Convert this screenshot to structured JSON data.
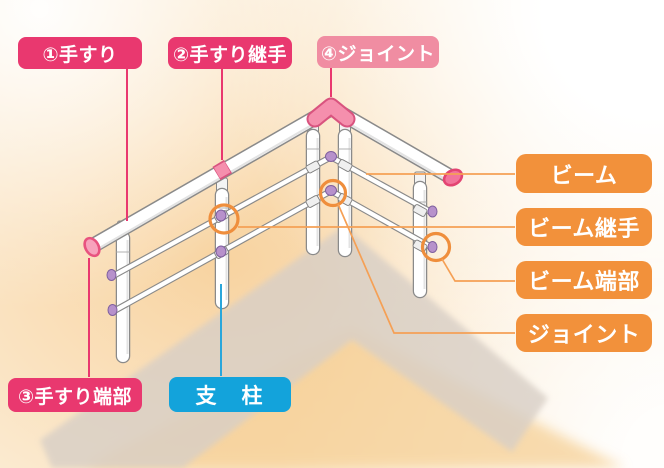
{
  "diagram": {
    "subject": "railing-corner-parts-diagram",
    "labels": {
      "tesuri": "①手すり",
      "tesuri_tsugite": "②手すり継手",
      "joint_no4": "④ジョイント",
      "tesuri_tanbu": "③手すり端部",
      "shichu": "支　柱",
      "beam": "ビーム",
      "beam_tsugite": "ビーム継手",
      "beam_tanbu": "ビーム端部",
      "joint": "ジョイント"
    },
    "colors": {
      "pink_label": "#E9386F",
      "rose_label": "#F08DA2",
      "orange_label": "#F2913B",
      "blue_label": "#13A3DB",
      "label_text": "#FFFFFF",
      "pink_line": "#E9386F",
      "blue_line": "#29A6DB",
      "orange_line": "#F5A055",
      "highlight_circle": "#EF8E3C",
      "pink_fitting": "#F58FAD",
      "purple_fitting": "#B791CB",
      "tube_outline": "#8A8A8A",
      "shadow_gray": "#D8CFC6",
      "shadow_peach": "#F6D096"
    }
  }
}
